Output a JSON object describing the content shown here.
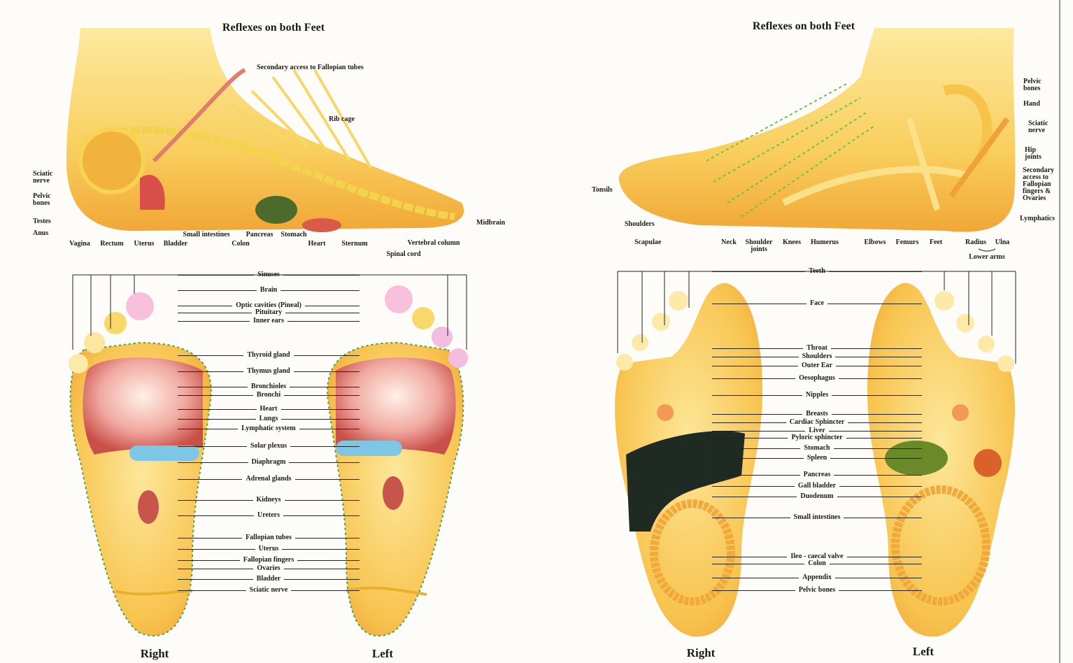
{
  "top_left": {
    "title": "Reflexes on both Feet",
    "labels": {
      "secondary_fallopian": "Secondary access to Fallopian tubes",
      "rib_cage": "Rib cage",
      "sciatic_nerve": "Sciatic nerve",
      "pelvic_bones": "Pelvic bones",
      "testes": "Testes",
      "anus": "Anus",
      "vagina": "Vagina",
      "rectum": "Rectum",
      "uterus": "Uterus",
      "bladder": "Bladder",
      "small_intestines": "Small intestines",
      "colon": "Colon",
      "pancreas": "Pancreas",
      "stomach": "Stomach",
      "heart": "Heart",
      "sternum": "Sternum",
      "spinal_cord": "Spinal cord",
      "vertebral_column": "Vertebral column",
      "midbrain": "Midbrain"
    }
  },
  "top_right": {
    "title": "Reflexes on both Feet",
    "labels": {
      "tonsils": "Tonsils",
      "shoulders": "Shoulders",
      "scapulae": "Scapulae",
      "neck": "Neck",
      "shoulder_joints": "Shoulder joints",
      "knees": "Knees",
      "humerus": "Humerus",
      "elbows": "Elbows",
      "femurs": "Femurs",
      "feet": "Feet",
      "radius": "Radius",
      "ulna": "Ulna",
      "lower_arms": "Lower arms",
      "pelvic_bones": "Pelvic bones",
      "hand": "Hand",
      "sciatic_nerve": "Sciatic nerve",
      "hip_joints": "Hip joints",
      "secondary_access": "Secondary access to Fallopian fingers & Ovaries",
      "lymphatics": "Lymphatics"
    }
  },
  "bottom_left": {
    "labels": [
      "Sinuses",
      "Brain",
      "Optic cavities (Pineal)",
      "Pituitary",
      "Inner ears",
      "Thyroid gland",
      "Thymus gland",
      "Bronchioles",
      "Bronchi",
      "Heart",
      "Lungs",
      "Lymphatic system",
      "Solar plexus",
      "Diaphragm",
      "Adrenal glands",
      "Kidneys",
      "Ureters",
      "Fallopian tubes",
      "Uterus",
      "Fallopian fingers",
      "Ovaries",
      "Bladder",
      "Sciatic nerve"
    ],
    "right_caption": "Right",
    "left_caption": "Left"
  },
  "bottom_right": {
    "labels": [
      "Teeth",
      "Face",
      "Throat",
      "Shoulders",
      "Outer Ear",
      "Oesophagus",
      "Nipples",
      "Breasts",
      "Cardiac Sphincter",
      "Liver",
      "Pyloric sphincter",
      "Stomach",
      "Spleen",
      "Pancreas",
      "Gall bladder",
      "Duodenum",
      "Small intestines",
      "Ileo - caecal valve",
      "Colon",
      "Appendix",
      "Pelvic bones"
    ],
    "right_caption": "Right",
    "left_caption": "Left"
  },
  "colors": {
    "skin_light": "#fde58a",
    "skin_dark": "#f3a93a",
    "nerve": "#f7d04a",
    "lung": "#e07a6e",
    "diaphragm": "#7ec6e6",
    "lymph": "#3fa34d",
    "liver": "#1f2a22"
  }
}
